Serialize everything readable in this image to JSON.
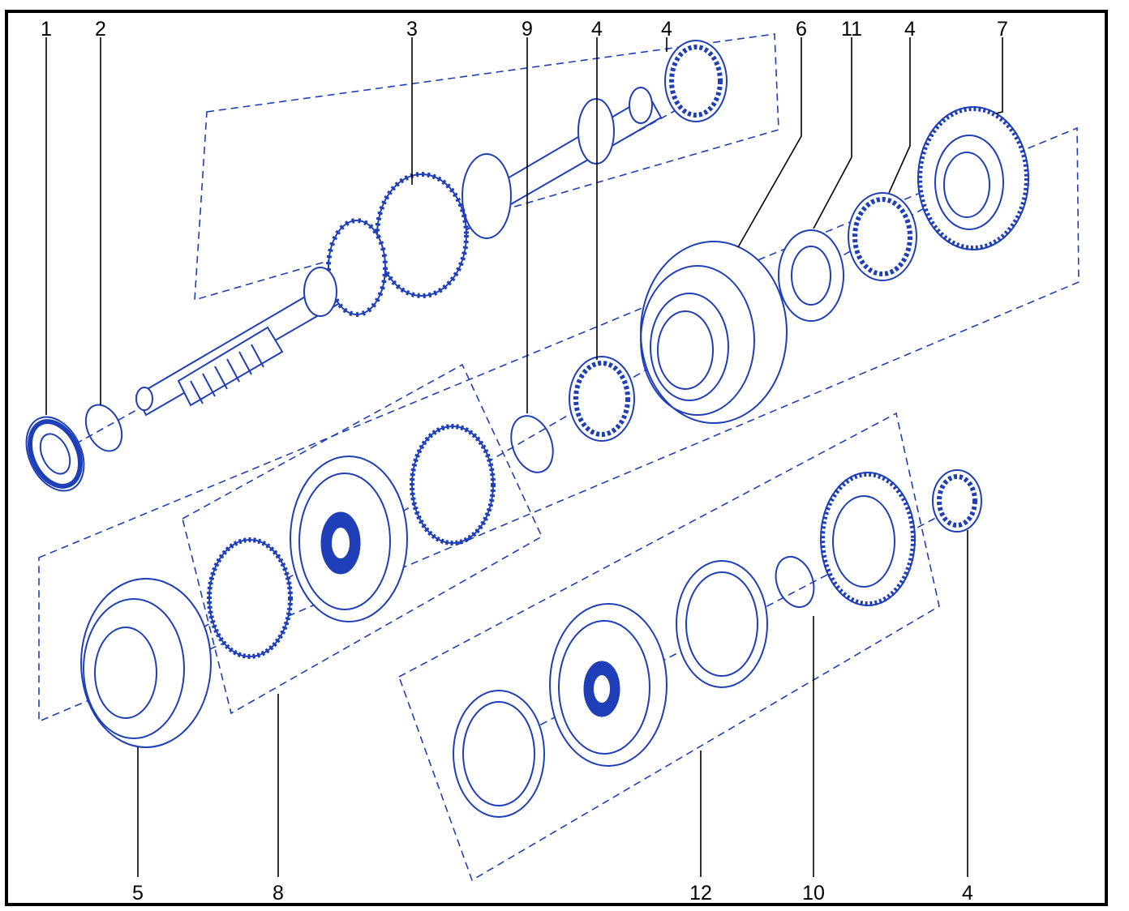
{
  "diagram": {
    "callouts": [
      {
        "id": "c1",
        "label": "1"
      },
      {
        "id": "c2",
        "label": "2"
      },
      {
        "id": "c3",
        "label": "3"
      },
      {
        "id": "c9",
        "label": "9"
      },
      {
        "id": "c4a",
        "label": "4"
      },
      {
        "id": "c4b",
        "label": "4"
      },
      {
        "id": "c6",
        "label": "6"
      },
      {
        "id": "c11",
        "label": "11"
      },
      {
        "id": "c4c",
        "label": "4"
      },
      {
        "id": "c7",
        "label": "7"
      },
      {
        "id": "c5",
        "label": "5"
      },
      {
        "id": "c8",
        "label": "8"
      },
      {
        "id": "c12",
        "label": "12"
      },
      {
        "id": "c10",
        "label": "10"
      },
      {
        "id": "c4d",
        "label": "4"
      }
    ],
    "colors": {
      "line": "#1f3fb8",
      "text": "#000000",
      "background": "#ffffff"
    }
  }
}
